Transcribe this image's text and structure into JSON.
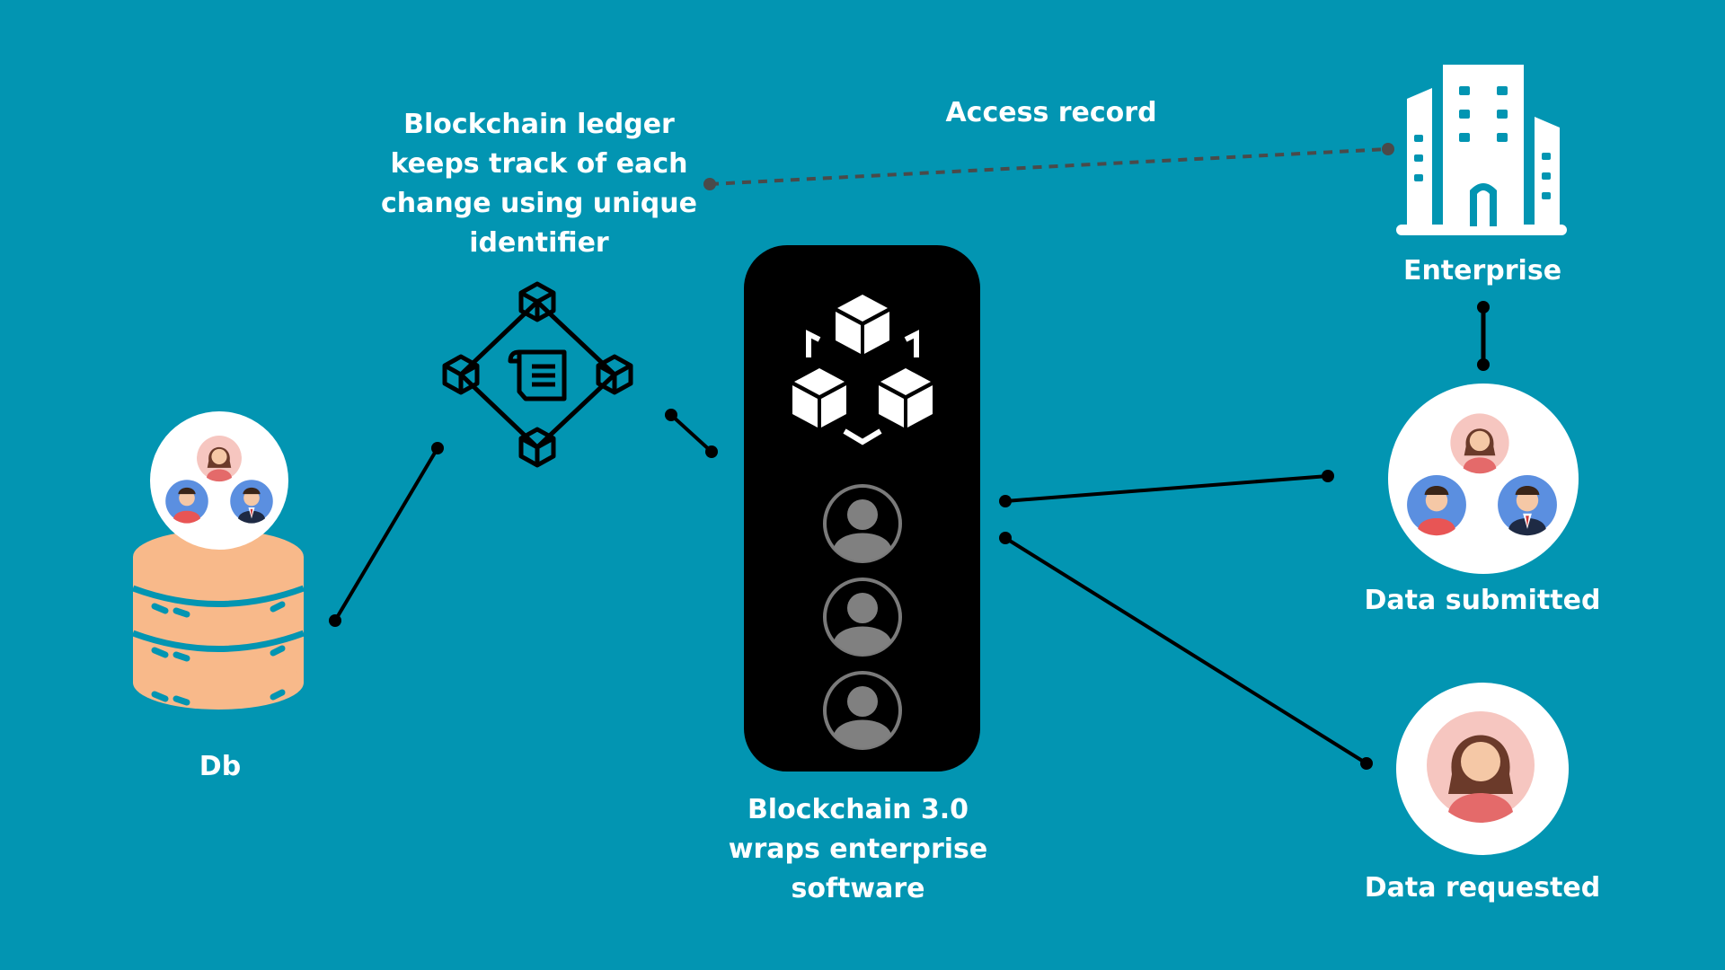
{
  "labels": {
    "ledger": "Blockchain ledger\nkeeps track of each\nchange using unique\nidentifier",
    "access_record": "Access record",
    "enterprise": "Enterprise",
    "db": "Db",
    "blockchain3": "Blockchain 3.0\nwraps enterprise\nsoftware",
    "data_submitted": "Data submitted",
    "data_requested": "Data requested"
  },
  "icons": {
    "database": "database-icon",
    "ledger": "blockchain-ledger-network-icon",
    "blockchain_logo": "blockchain-cubes-icon",
    "enterprise": "office-building-icon",
    "users": "user-group-icon",
    "user": "user-avatar-icon"
  },
  "colors": {
    "background": "#0295b2",
    "panel": "#000000",
    "database": "#f8b98a",
    "text": "#ffffff"
  }
}
